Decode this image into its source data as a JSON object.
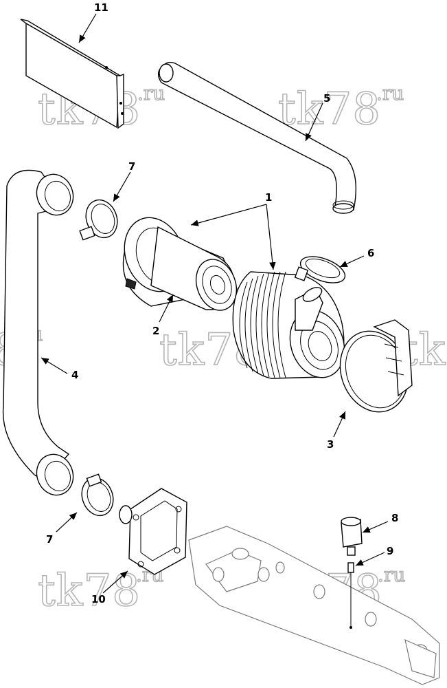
{
  "watermark": {
    "brand": "tk78",
    "suffix": ".ru",
    "partial_left": "8",
    "partial_right": "tk"
  },
  "callouts": {
    "c1": "1",
    "c2": "2",
    "c3": "3",
    "c4": "4",
    "c5": "5",
    "c6": "6",
    "c7a": "7",
    "c7b": "7",
    "c8": "8",
    "c9": "9",
    "c10": "10",
    "c11": "11"
  },
  "colors": {
    "line": "#000000",
    "watermark_outline": "#b5b5b5",
    "background": "#ffffff"
  }
}
